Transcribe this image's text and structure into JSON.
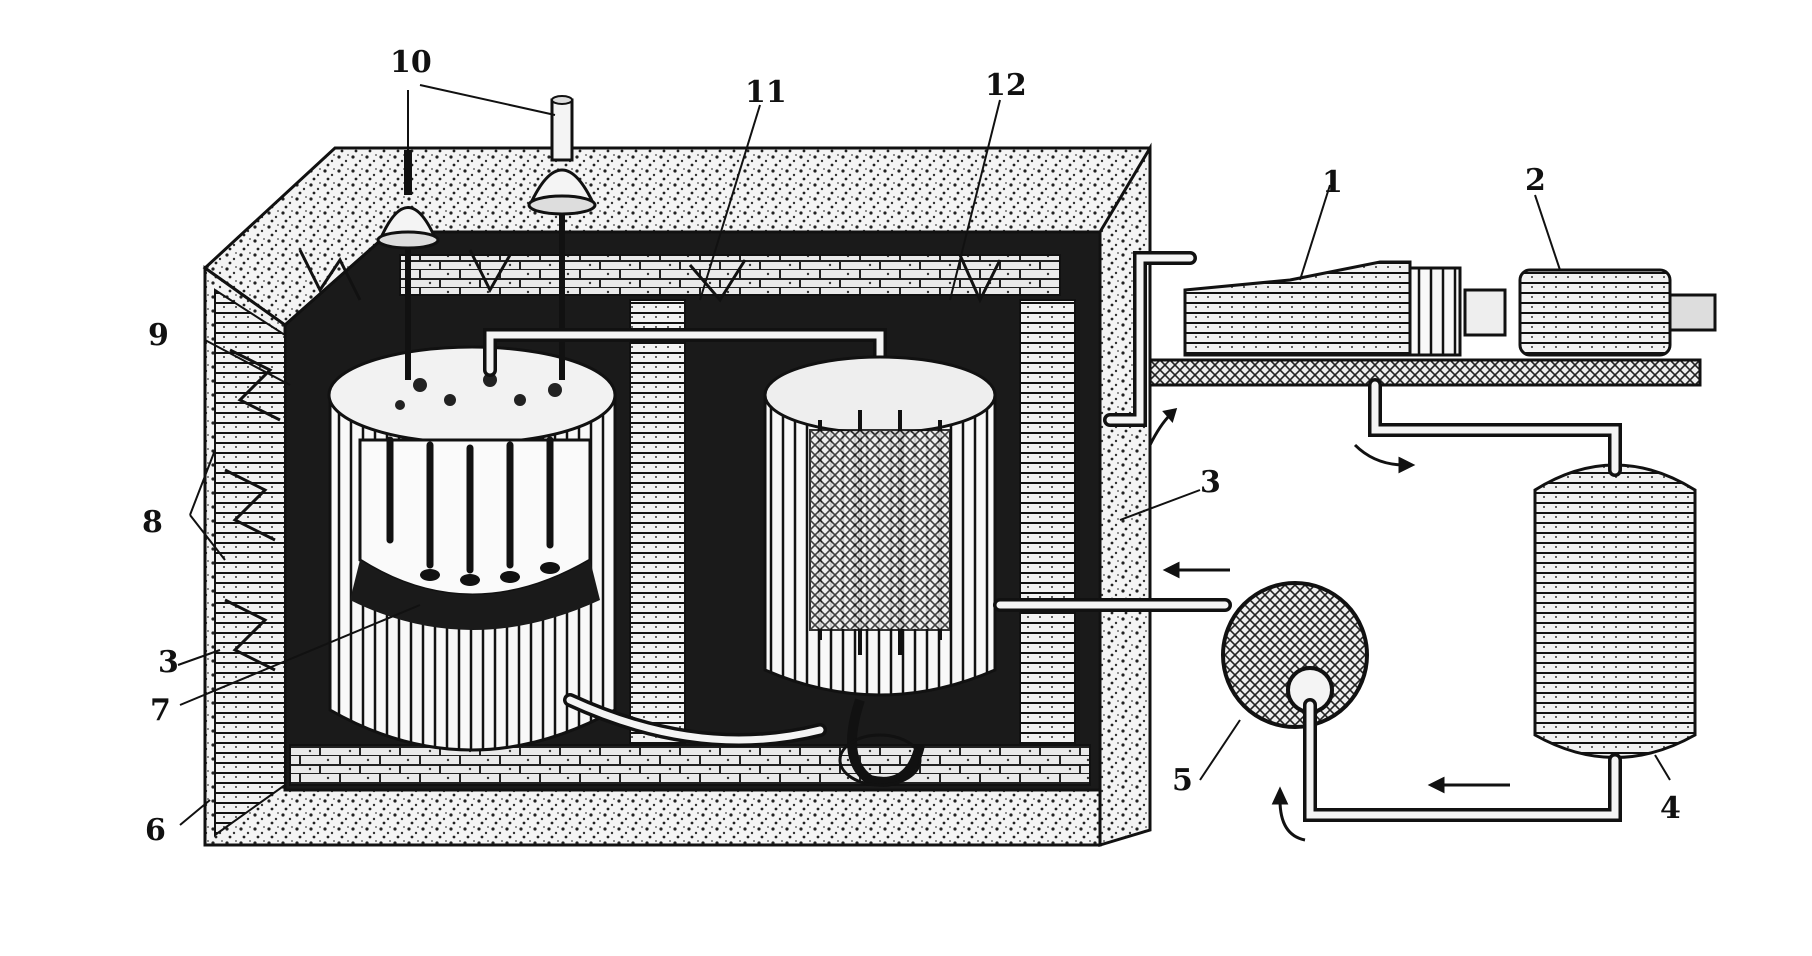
{
  "labels": {
    "l1": "1",
    "l2": "2",
    "l3a": "3",
    "l3b": "3",
    "l4": "4",
    "l5": "5",
    "l6": "6",
    "l7": "7",
    "l8": "8",
    "l9": "9",
    "l10": "10",
    "l11": "11",
    "l12": "12"
  },
  "colors": {
    "ink": "#111111",
    "paper": "#ffffff",
    "dark": "#1a1a1a"
  }
}
